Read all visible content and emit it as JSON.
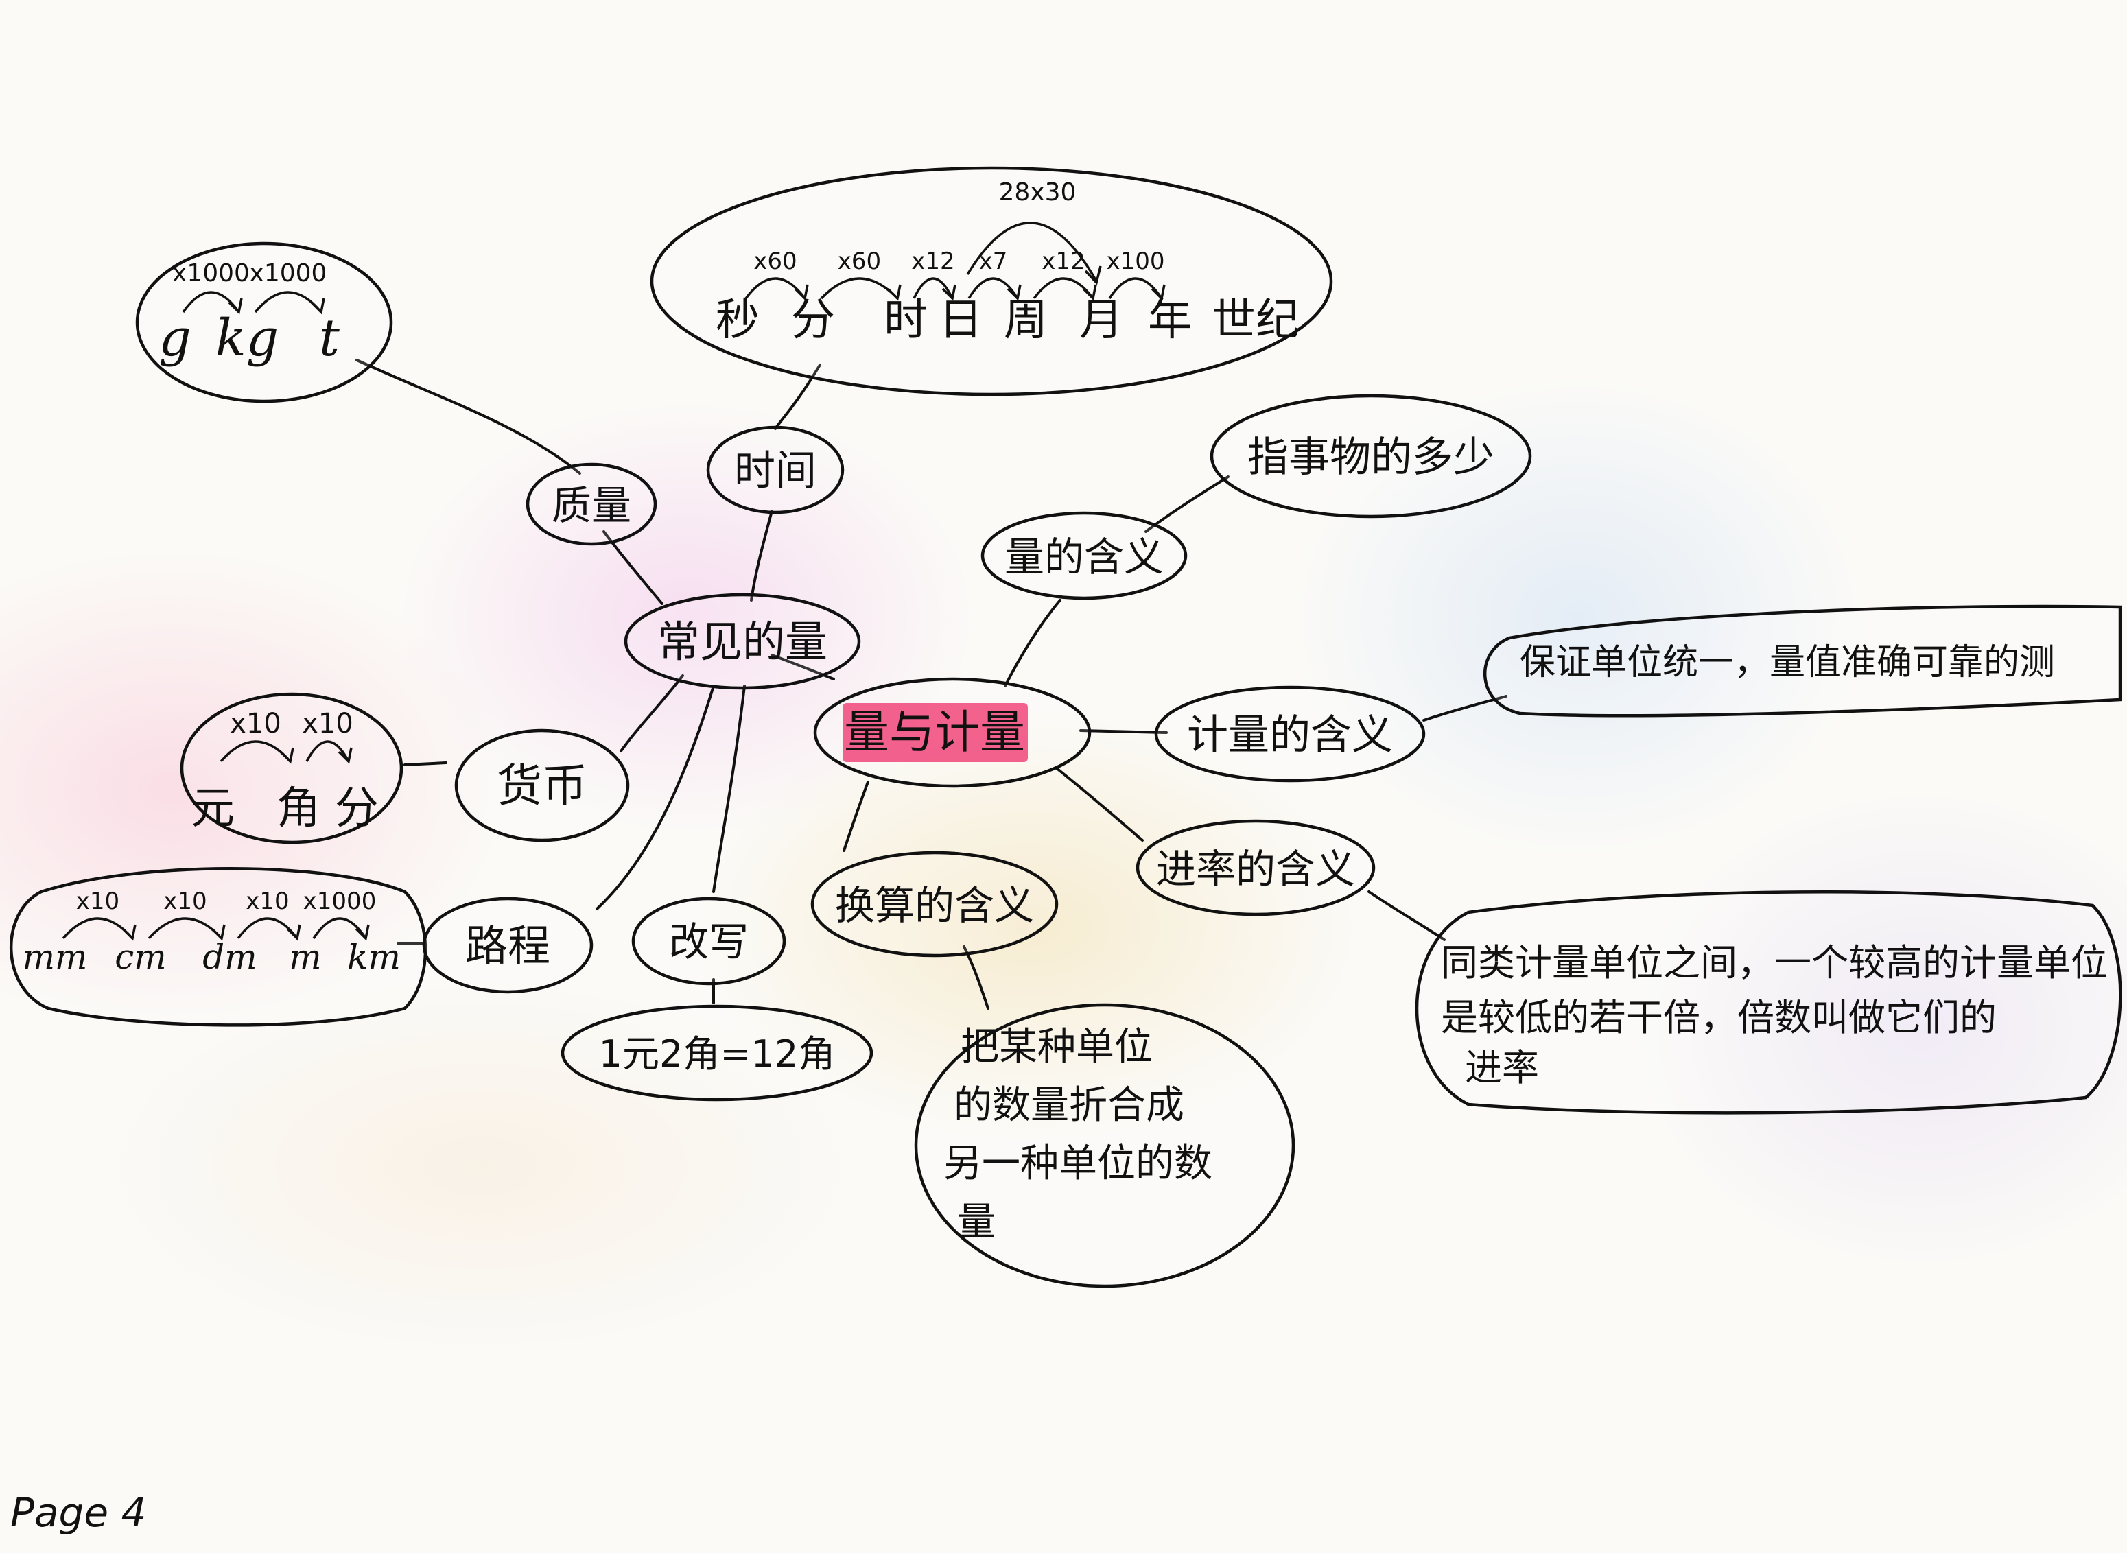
{
  "center": {
    "label": "量与计量",
    "highlight": "#f0477a"
  },
  "common_quantities": {
    "label": "常见的量"
  },
  "mass": {
    "label": "质量",
    "units": [
      "g",
      "kg",
      "t"
    ],
    "multipliers": [
      "x1000",
      "x1000"
    ]
  },
  "time": {
    "label": "时间",
    "units": [
      "秒",
      "分",
      "时",
      "日",
      "周",
      "月",
      "年",
      "世纪"
    ],
    "multipliers": [
      "x60",
      "x60",
      "x12",
      "x7",
      "x12",
      "x100"
    ],
    "long_multiplier": "28x30"
  },
  "currency": {
    "label": "货币",
    "units": [
      "元",
      "角",
      "分"
    ],
    "multipliers": [
      "x10",
      "x10"
    ]
  },
  "distance": {
    "label": "路程",
    "units": [
      "mm",
      "cm",
      "dm",
      "m",
      "km"
    ],
    "multipliers": [
      "x10",
      "x10",
      "x10",
      "x1000"
    ]
  },
  "rewrite": {
    "label": "改写",
    "example": "1元2角=12角"
  },
  "meaning_quantity": {
    "label": "量的含义",
    "definition": "指事物的多少"
  },
  "meaning_measure": {
    "label": "计量的含义",
    "definition": "保证单位统一，量值准确可靠的测"
  },
  "meaning_rate": {
    "label": "进率的含义",
    "definition": [
      "同类计量单位之间，一个较高的计量单位",
      "是较低的若干倍，倍数叫做它们的",
      "进率"
    ]
  },
  "meaning_convert": {
    "label": "换算的含义",
    "definition": [
      "把某种单位",
      "的数量折合成",
      "另一种单位的数",
      "量"
    ]
  },
  "footer": {
    "page": "Page 4"
  }
}
